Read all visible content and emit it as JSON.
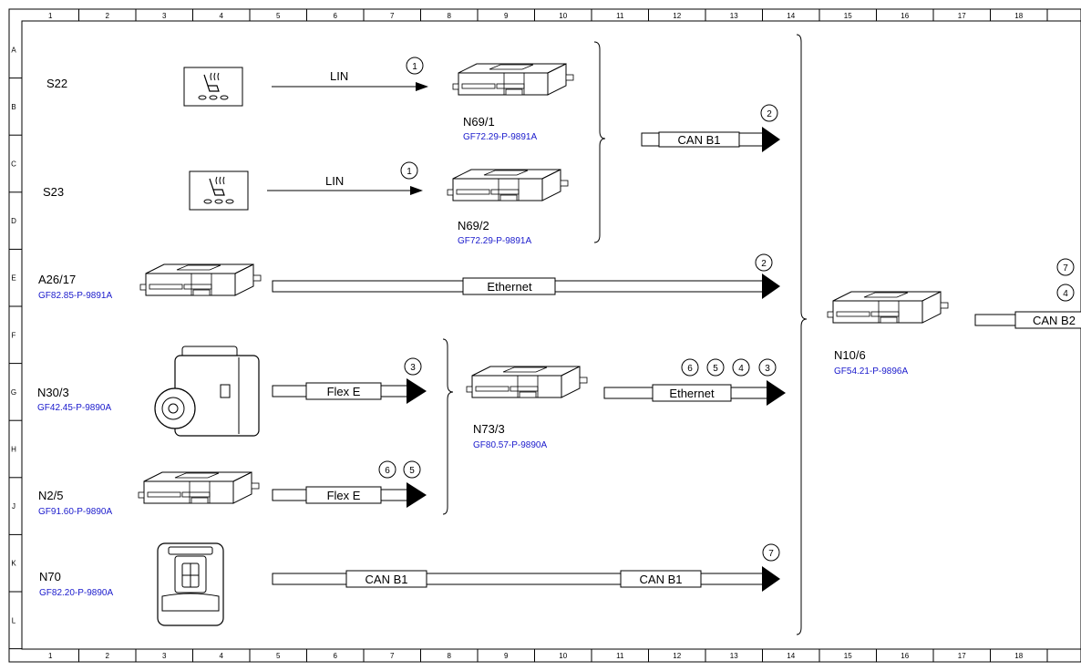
{
  "grid": {
    "columns": [
      "1",
      "2",
      "3",
      "4",
      "5",
      "6",
      "7",
      "8",
      "9",
      "10",
      "11",
      "12",
      "13",
      "14",
      "15",
      "16",
      "17",
      "18"
    ],
    "rows": [
      "A",
      "B",
      "C",
      "D",
      "E",
      "F",
      "G",
      "H",
      "J",
      "K",
      "L"
    ]
  },
  "components": {
    "s22": {
      "name": "S22"
    },
    "s23": {
      "name": "S23"
    },
    "n69_1": {
      "name": "N69/1",
      "ref": "GF72.29-P-9891A"
    },
    "n69_2": {
      "name": "N69/2",
      "ref": "GF72.29-P-9891A"
    },
    "a26_17": {
      "name": "A26/17",
      "ref": "GF82.85-P-9891A"
    },
    "n30_3": {
      "name": "N30/3",
      "ref": "GF42.45-P-9890A"
    },
    "n2_5": {
      "name": "N2/5",
      "ref": "GF91.60-P-9890A"
    },
    "n70": {
      "name": "N70",
      "ref": "GF82.20-P-9890A"
    },
    "n73_3": {
      "name": "N73/3",
      "ref": "GF80.57-P-9890A"
    },
    "n10_6": {
      "name": "N10/6",
      "ref": "GF54.21-P-9896A"
    }
  },
  "buses": {
    "lin_s22": "LIN",
    "lin_s23": "LIN",
    "can_b1_n69": "CAN B1",
    "ethernet_a26": "Ethernet",
    "flex_e_n30": "Flex E",
    "flex_e_n2": "Flex E",
    "ethernet_n73": "Ethernet",
    "can_b1_n70_a": "CAN B1",
    "can_b1_n70_b": "CAN B1",
    "can_b2_n10": "CAN B2"
  },
  "callouts": {
    "c_lin_s22": "1",
    "c_lin_s23": "1",
    "c_can_b1_n69": "2",
    "c_ethernet_a26": "2",
    "c_flex_n30": "3",
    "c_flex_n2_a": "6",
    "c_flex_n2_b": "5",
    "c_eth_n73_a": "6",
    "c_eth_n73_b": "5",
    "c_eth_n73_c": "4",
    "c_eth_n73_d": "3",
    "c_can_n70": "7",
    "c_right_a": "7",
    "c_right_b": "4"
  }
}
